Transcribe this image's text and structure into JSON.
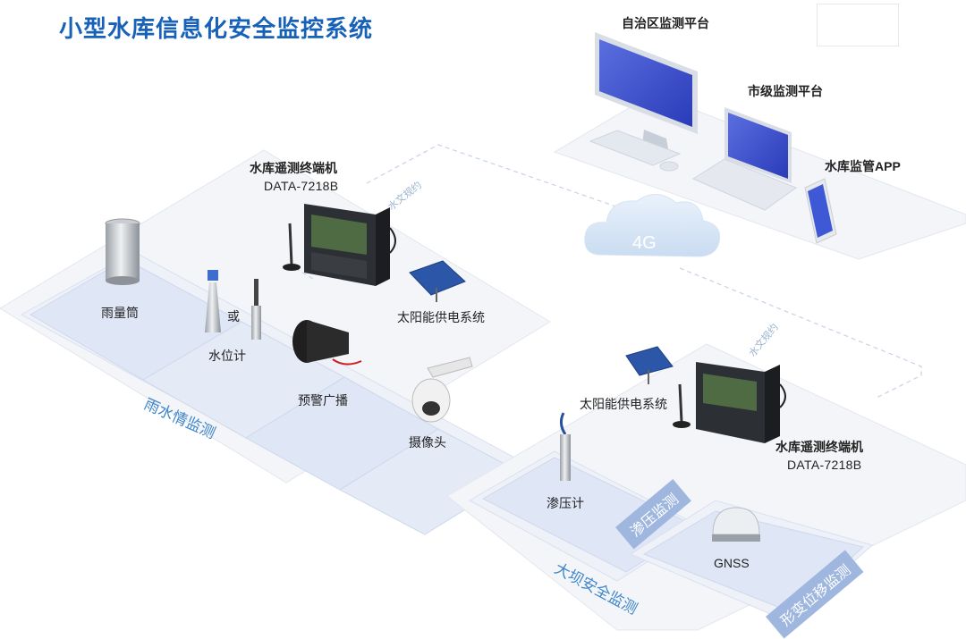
{
  "title": "小型水库信息化安全监控系统",
  "platforms": {
    "region": "自治区监测平台",
    "city": "市级监测平台",
    "app": "水库监管APP"
  },
  "network": {
    "cloud": "4G",
    "protocol_1": "水文规约",
    "protocol_2": "水文规约"
  },
  "terminal_top": {
    "name": "水库遥测终端机",
    "model": "DATA-7218B",
    "solar": "太阳能供电系统"
  },
  "rain_zone": {
    "label": "雨水情监测",
    "rain_gauge": "雨量筒",
    "or": "或",
    "water_level": "水位计",
    "alarm": "预警广播",
    "camera": "摄像头"
  },
  "dam_zone": {
    "label": "大坝安全监测",
    "solar": "太阳能供电系统",
    "terminal_name": "水库遥测终端机",
    "terminal_model": "DATA-7218B",
    "seepage_tag": "渗压监测",
    "piezometer": "渗压计",
    "deform_tag": "形变位移监测",
    "gnss": "GNSS"
  }
}
